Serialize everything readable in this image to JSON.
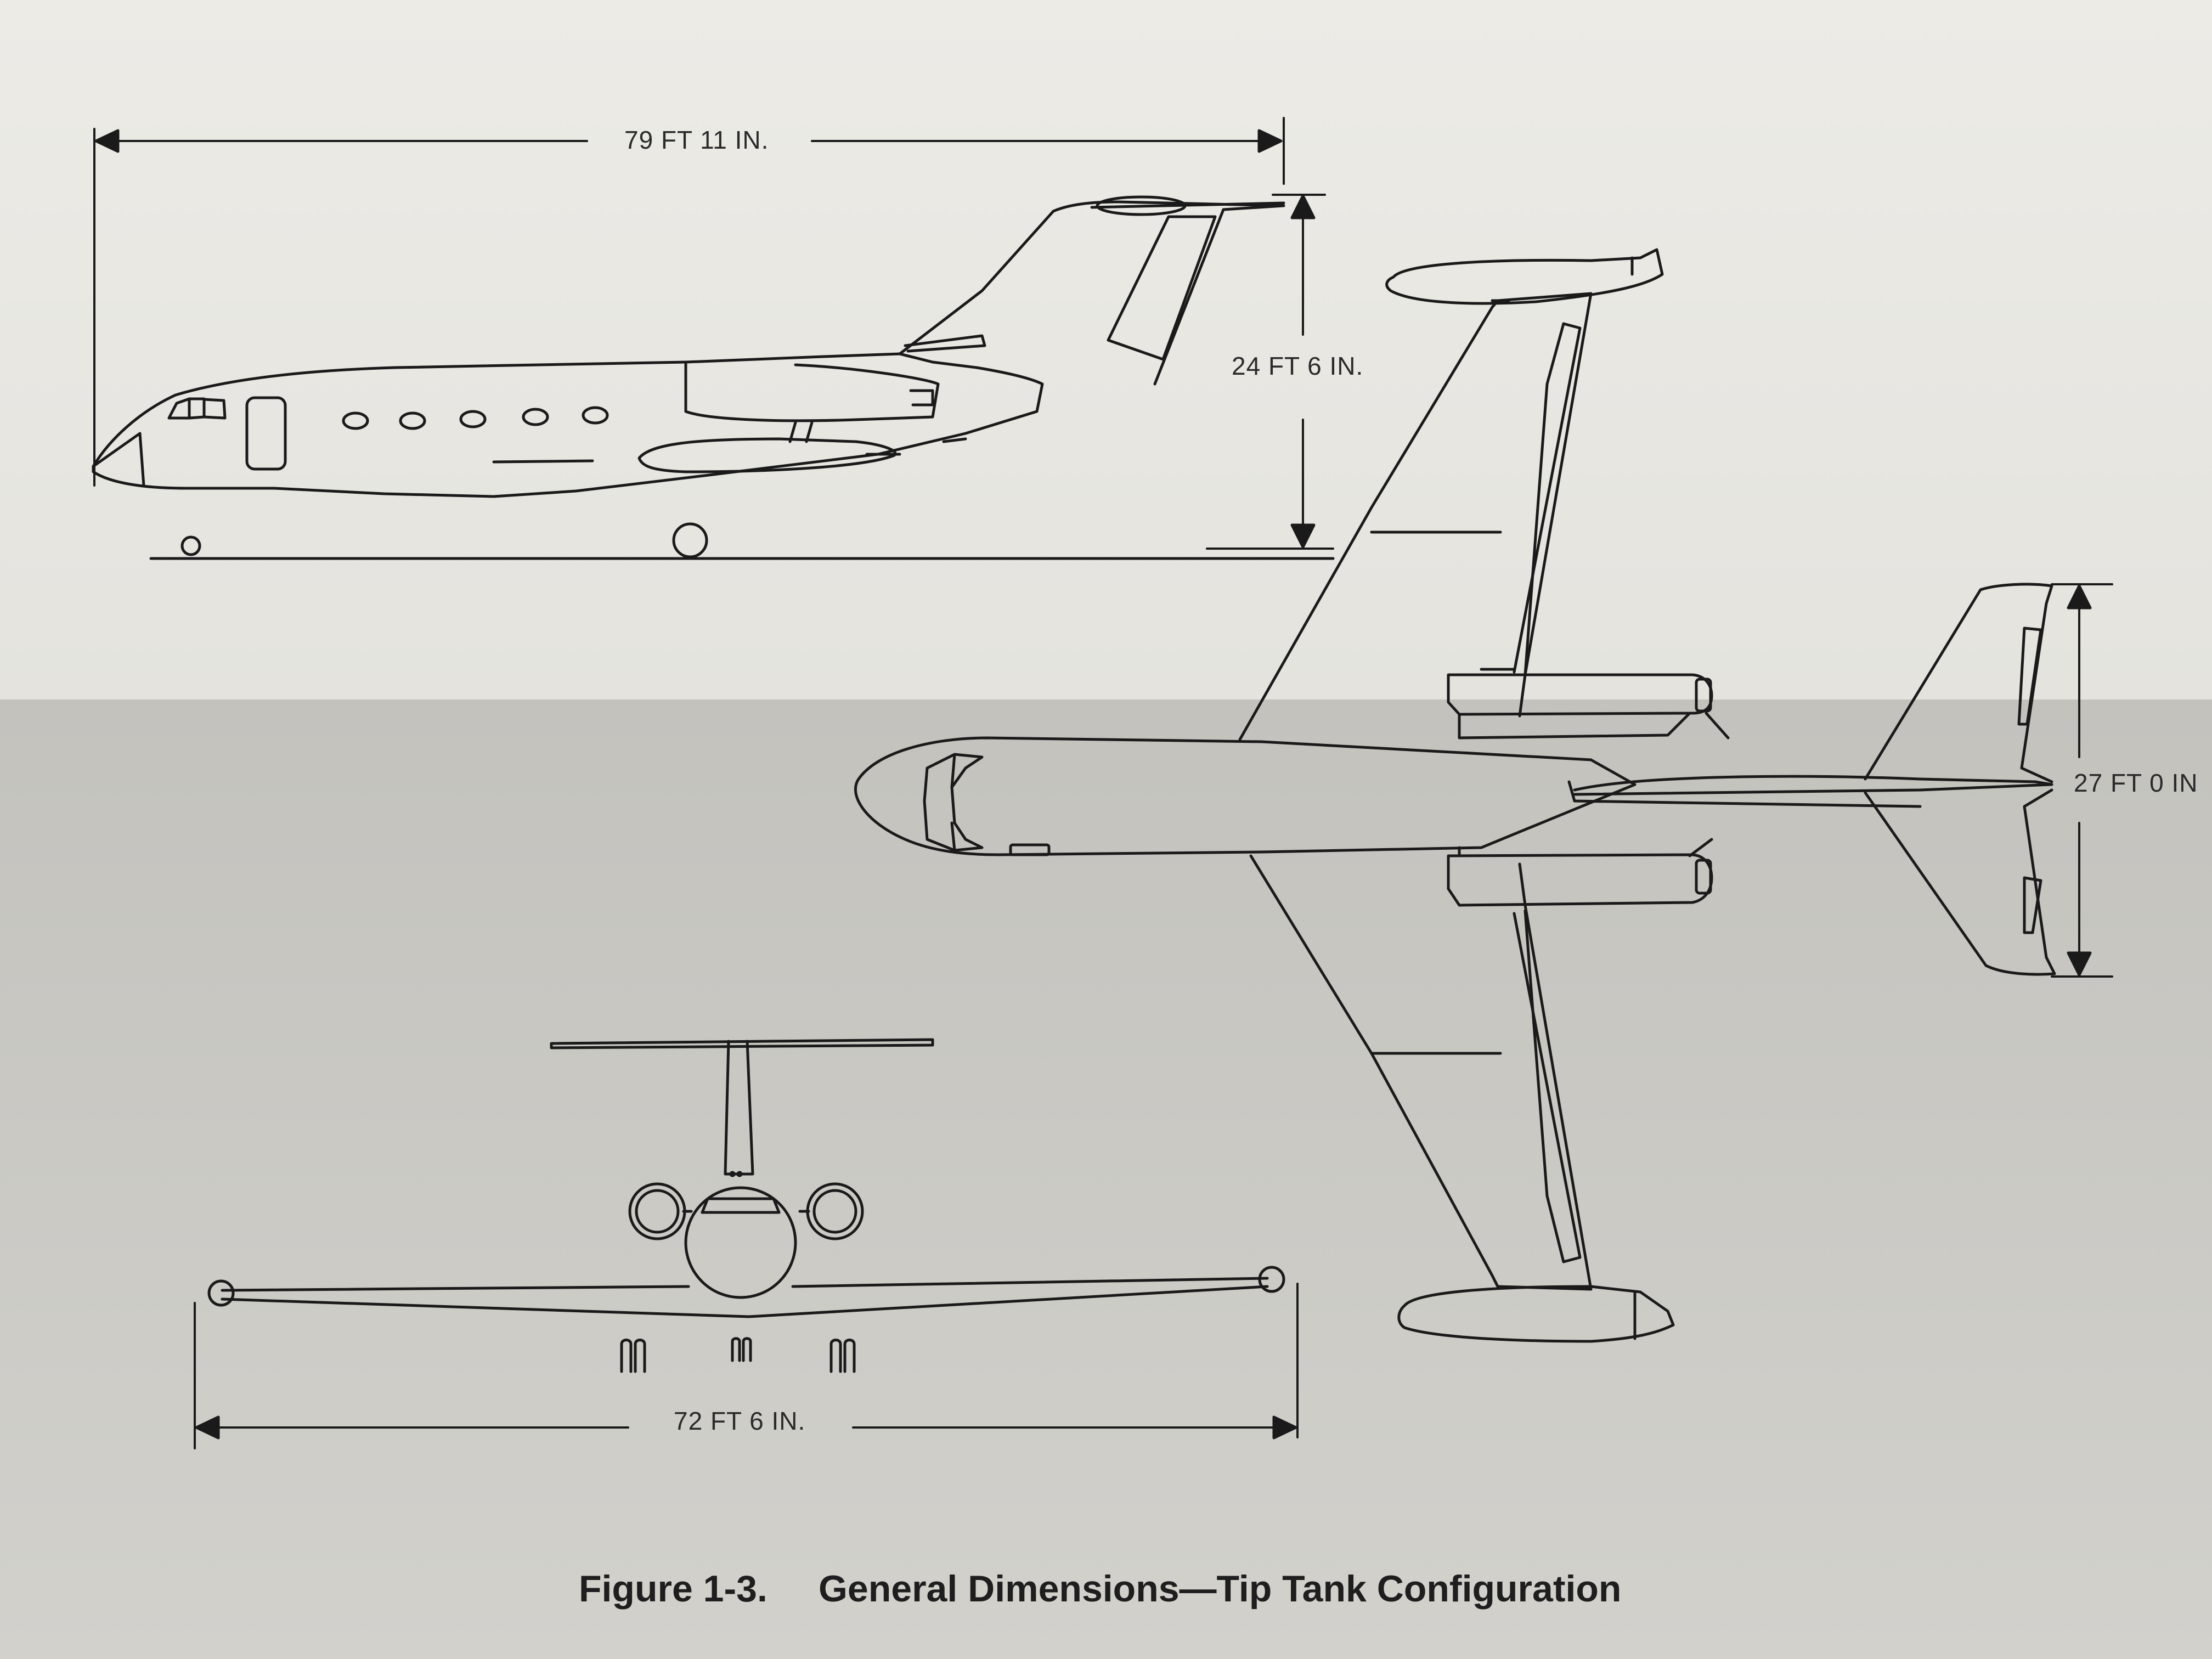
{
  "dimensions": {
    "length": "79 FT 11 IN.",
    "height": "24 FT 6 IN.",
    "tail_span": "27 FT 0 IN",
    "wing_span": "72 FT 6 IN."
  },
  "caption": {
    "figure_number": "Figure 1-3.",
    "title": "General Dimensions—Tip Tank Configuration"
  },
  "colors": {
    "paper_top": "#e9e8e3",
    "paper_bottom": "#c9c8c3",
    "ink": "#1a1a1a"
  }
}
